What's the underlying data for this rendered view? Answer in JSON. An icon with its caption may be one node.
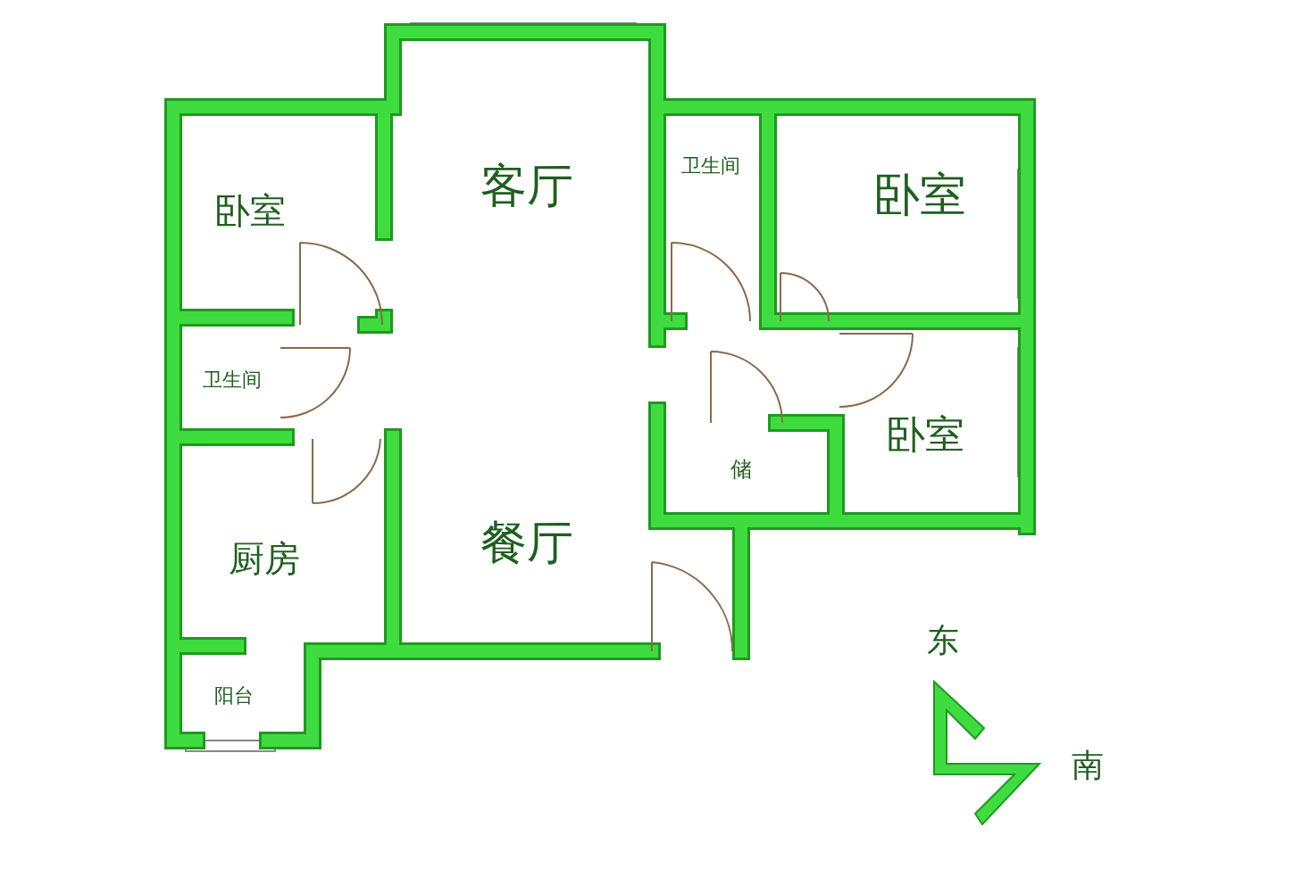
{
  "diagram": {
    "labels": [
      "卧室",
      "客厅",
      "卫生间",
      "卧室",
      "卫生间",
      "卧室",
      "储",
      "厨房",
      "餐厅",
      "东",
      "阳台",
      "南"
    ]
  }
}
